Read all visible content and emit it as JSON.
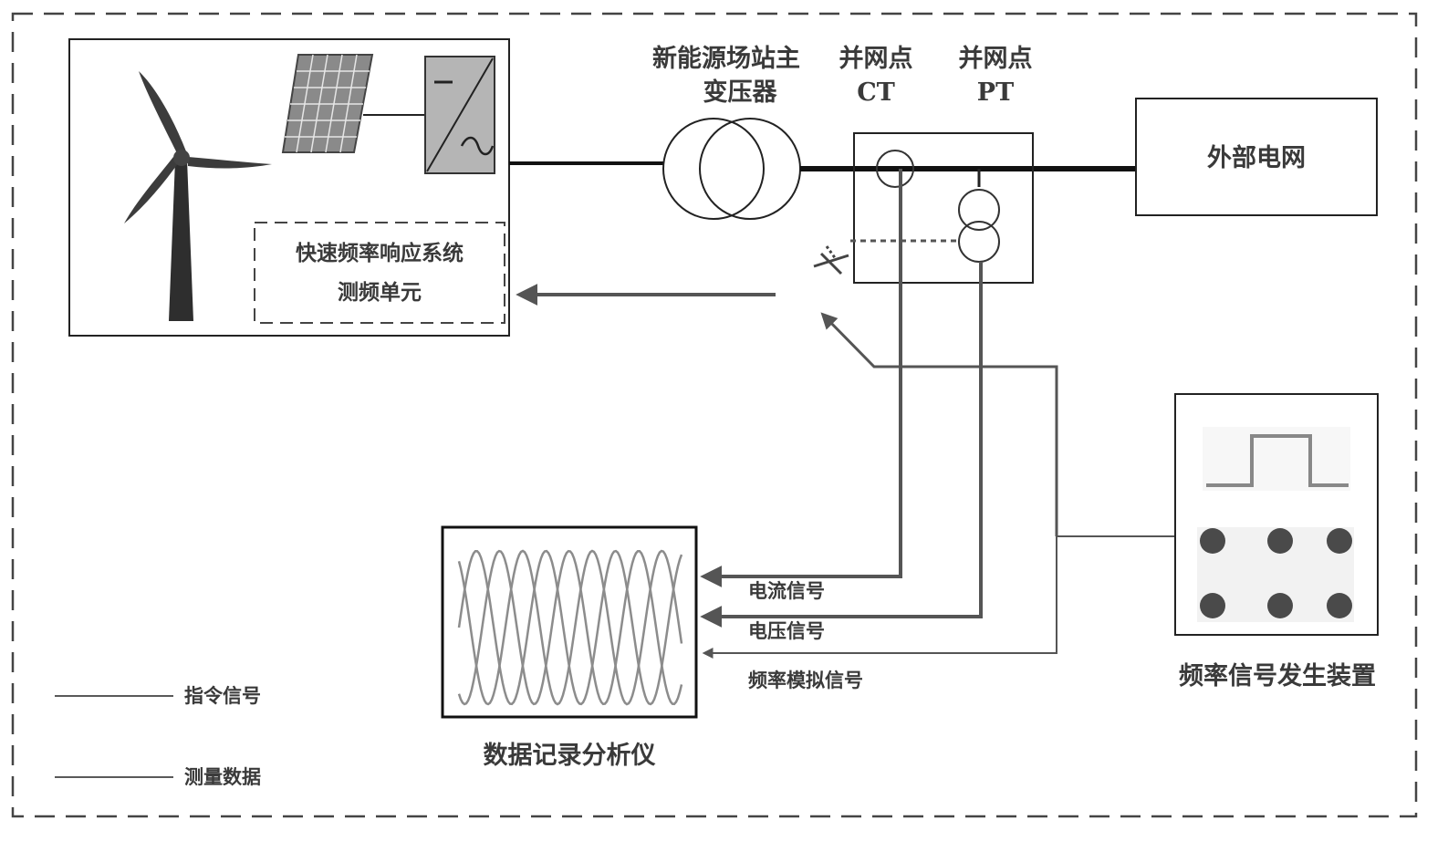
{
  "labels": {
    "transformer_line1": "新能源场站主",
    "transformer_line2": "变压器",
    "ct_line1": "并网点",
    "ct_line2": "CT",
    "pt_line1": "并网点",
    "pt_line2": "PT",
    "external_grid": "外部电网",
    "fast_freq_line1": "快速频率响应系统",
    "fast_freq_line2": "测频单元",
    "current_signal": "电流信号",
    "voltage_signal": "电压信号",
    "freq_sim_signal": "频率模拟信号",
    "recorder": "数据记录分析仪",
    "freq_generator": "频率信号发生装置",
    "legend_command": "指令信号",
    "legend_measure": "测量数据"
  },
  "colors": {
    "line_dark": "#1a1a1a",
    "signal_gray": "#555555",
    "panel_gray": "#9a9a9a",
    "dot_gray": "#4a4a4a",
    "wave_gray": "#8c8c8c"
  },
  "icons": [
    "wind-turbine-icon",
    "solar-panel-icon",
    "inverter-icon",
    "transformer-icon",
    "switch-icon",
    "pulse-waveform-icon",
    "waveform-display-icon"
  ]
}
